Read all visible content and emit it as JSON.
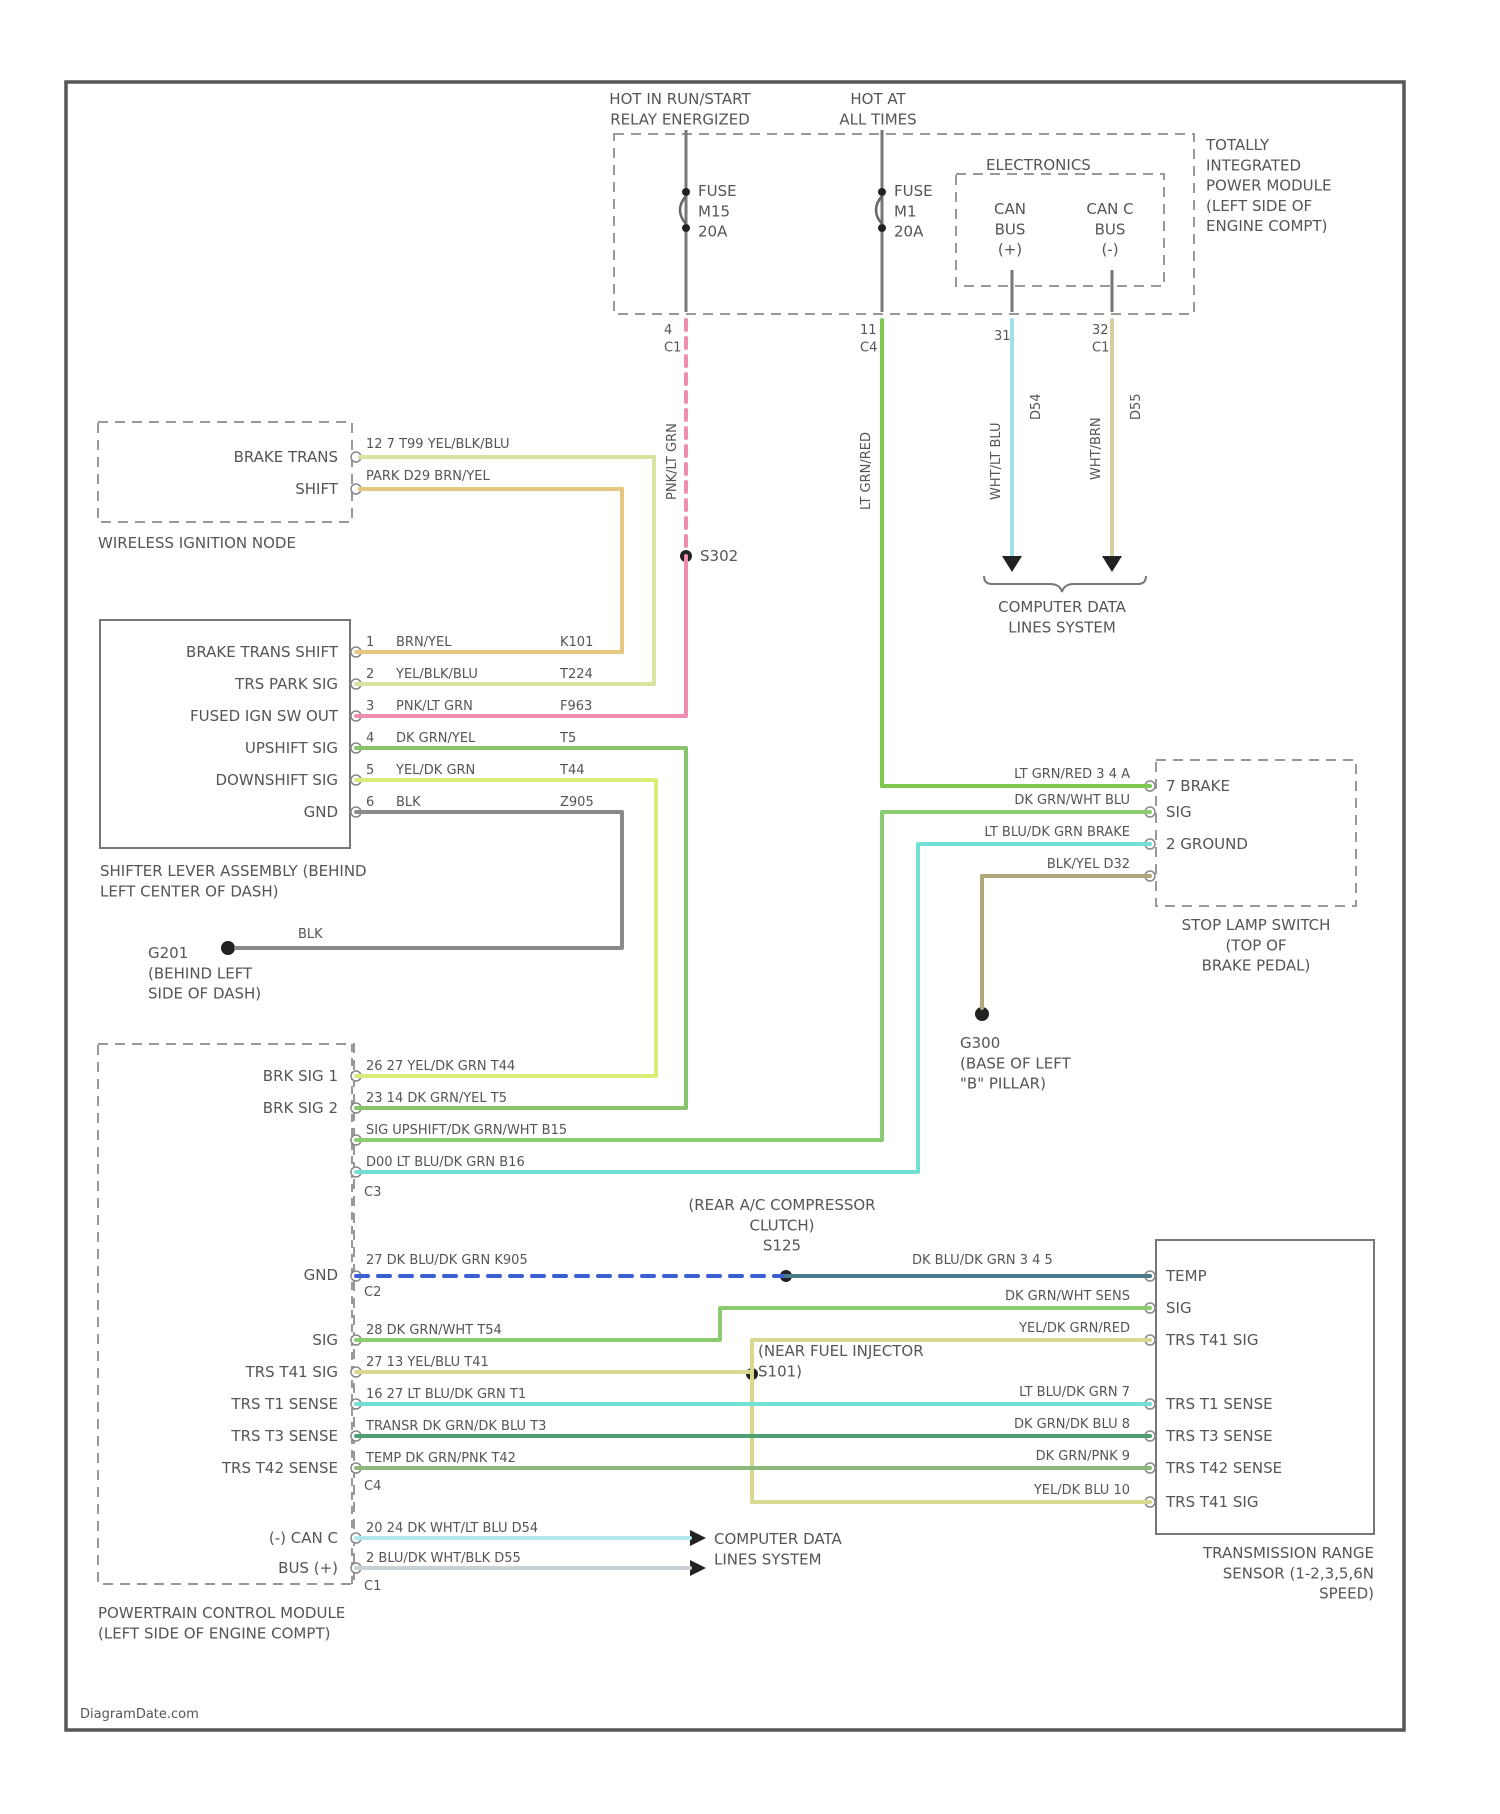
{
  "colors": {
    "pnk_lt_grn": "#f08cb0",
    "lt_grn_red": "#7ec850",
    "wht_lt_blu": "#9ee0e8",
    "wht_brn": "#d8cfa0",
    "yel_blk_blu": "#d7e4a0",
    "brn_yel": "#e6c680",
    "dk_grn_yel": "#86c46a",
    "yel_dk_grn": "#d9ec7a",
    "blk": "#8a8a8a",
    "lt_blu_dk_grn": "#72e0d4",
    "blk_yel": "#b0a77a",
    "dk_blu_dk_grn": "#3a5fd0",
    "dk_blu_dk_grn_solid": "#4a7a8c",
    "dk_grn_wht": "#8ccc70",
    "yel_blu": "#d8d890",
    "dk_grn_dk_blu": "#4e9e72",
    "dk_grn_pnk": "#8cb87c",
    "dk_wht_lt_blu": "#b0e8ee",
    "blu_wht_blk": "#c8d0d8"
  },
  "power": {
    "hot_run_start": "HOT IN RUN/START\nRELAY ENERGIZED",
    "hot_all_times": "HOT AT\nALL TIMES",
    "fuse_left": "FUSE\nM15\n20A",
    "fuse_right": "FUSE\nM1\n20A",
    "electronics": "ELECTRONICS",
    "can_bus": "CAN\nBUS\n(+)",
    "can_c_bus": "CAN C\nBUS\n(-)",
    "tipm_label": "TOTALLY\nINTEGRATED\nPOWER MODULE\n(LEFT SIDE OF\nENGINE COMPT)",
    "pin_c1_left": "4\nC1",
    "pin_c1_right": "11\nC4",
    "pin_can1": "31",
    "pin_can2": "32\nC1",
    "wire_pnk": "PNK/LT GRN",
    "wire_ltgrn": "LT GRN/RED",
    "wire_can1": "WHT/LT BLU",
    "wire_can1_code": "D54",
    "wire_can2": "WHT/BRN",
    "wire_can2_code": "D55",
    "splice": "S302",
    "comp_data": "COMPUTER DATA\nLINES SYSTEM"
  },
  "win": {
    "brake_trans": "BRAKE TRANS",
    "shift": "SHIFT",
    "label": "WIRELESS IGNITION NODE",
    "w1": "12 7  T99  YEL/BLK/BLU",
    "w2": "PARK  D29  BRN/YEL"
  },
  "shifter": {
    "pins": [
      "BRAKE TRANS SHIFT",
      "TRS PARK SIG",
      "FUSED IGN SW OUT",
      "UPSHIFT SIG",
      "DOWNSHIFT SIG",
      "GND"
    ],
    "nums": [
      "1",
      "2",
      "3",
      "4",
      "5",
      "6"
    ],
    "wires": [
      "BRN/YEL",
      "YEL/BLK/BLU",
      "PNK/LT GRN",
      "DK GRN/YEL",
      "YEL/DK GRN",
      "BLK"
    ],
    "codes": [
      "K101",
      "T224",
      "F963",
      "T5",
      "T44",
      "Z905"
    ],
    "label": "SHIFTER LEVER ASSEMBLY (BEHIND\nLEFT CENTER OF DASH)",
    "gnd_wire": "BLK",
    "ground": "G201\n(BEHIND LEFT\nSIDE OF DASH)"
  },
  "stoplamp": {
    "pins": [
      "7 BRAKE",
      "SIG",
      "2 GROUND"
    ],
    "wires": [
      "LT GRN/RED  3 4 A",
      "DK GRN/WHT  BLU",
      "LT BLU/DK GRN  BRAKE",
      "BLK/YEL  D32"
    ],
    "label": "STOP LAMP SWITCH\n(TOP OF\nBRAKE PEDAL)",
    "ground": "G300\n(BASE OF LEFT\n\"B\" PILLAR)"
  },
  "pcm": {
    "pins1": [
      "BRK SIG 1",
      "BRK SIG 2"
    ],
    "rows1": [
      "26 27  YEL/DK GRN   T44",
      "23 14  DK GRN/YEL   T5",
      "SIG  UPSHIFT/DK GRN/WHT  B15",
      "D00  LT BLU/DK GRN  B16"
    ],
    "c3": "C3",
    "ac_label": "(REAR A/C COMPRESSOR\nCLUTCH)\nS125",
    "gnd": "GND",
    "gnd_row": "27  DK BLU/DK GRN  K905",
    "gnd_right": "DK BLU/DK GRN  3 4 5",
    "c2": "C2",
    "pins2": [
      "SIG",
      "TRS T41 SIG",
      "TRS T1 SENSE",
      "TRS T3 SENSE",
      "TRS T42 SENSE"
    ],
    "rows2": [
      "28  DK GRN/WHT  T54",
      "27 13  YEL/BLU  T41",
      "16 27  LT BLU/DK GRN  T1",
      "TRANSR  DK GRN/DK BLU  T3",
      "TEMP  DK GRN/PNK  T42"
    ],
    "fuel_label": "(NEAR FUEL INJECTOR\nS101)",
    "c4": "C4",
    "pins3": [
      "(-) CAN C",
      "BUS (+)"
    ],
    "rows3": [
      "20 24  DK WHT/LT BLU  D54",
      "2  BLU/DK WHT/BLK  D55"
    ],
    "c1": "C1",
    "comp_data": "COMPUTER DATA\nLINES SYSTEM",
    "label": "POWERTRAIN CONTROL MODULE\n(LEFT SIDE OF ENGINE COMPT)"
  },
  "trs": {
    "pins": [
      "TEMP",
      "SIG",
      "TRS T41 SIG",
      "TRS T1 SENSE",
      "TRS T3 SENSE",
      "TRS T42 SENSE",
      "TRS T41 SIG"
    ],
    "wires": [
      "DK GRN/WHT  SENS",
      "YEL/DK GRN/RED",
      "LT BLU/DK GRN  7",
      "DK GRN/DK BLU  8",
      "DK GRN/PNK  9",
      "YEL/DK BLU  10"
    ],
    "label": "TRANSMISSION RANGE\nSENSOR (1-2,3,5,6N\nSPEED)"
  },
  "footer": {
    "credit": "DiagramDate.com"
  }
}
